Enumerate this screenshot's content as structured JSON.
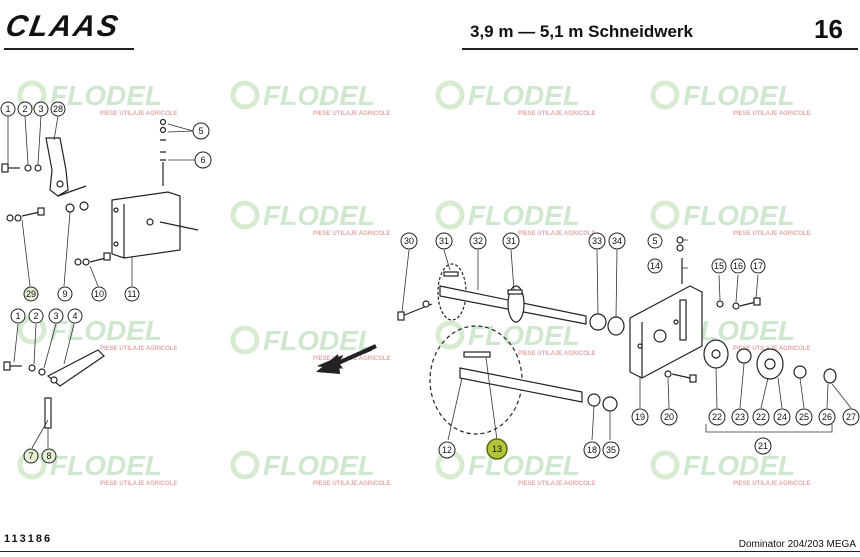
{
  "header": {
    "brand": "CLAAS",
    "title": "3,9 m — 5,1 m Schneidwerk",
    "page_number": "16"
  },
  "footer": {
    "document_number": "113186",
    "model": "Dominator 204/203 MEGA"
  },
  "watermark": {
    "brand": "FLODEL",
    "tagline": "PIESE UTILAJE AGRICOLE"
  },
  "callouts": [
    "1",
    "2",
    "3",
    "28",
    "5",
    "6",
    "9",
    "10",
    "11",
    "29",
    "4",
    "7",
    "8",
    "30",
    "31",
    "32",
    "31",
    "33",
    "34",
    "5",
    "14",
    "15",
    "16",
    "17",
    "12",
    "13",
    "18",
    "35",
    "19",
    "20",
    "22",
    "23",
    "22",
    "24",
    "25",
    "26",
    "27",
    "21"
  ],
  "highlight": "13"
}
